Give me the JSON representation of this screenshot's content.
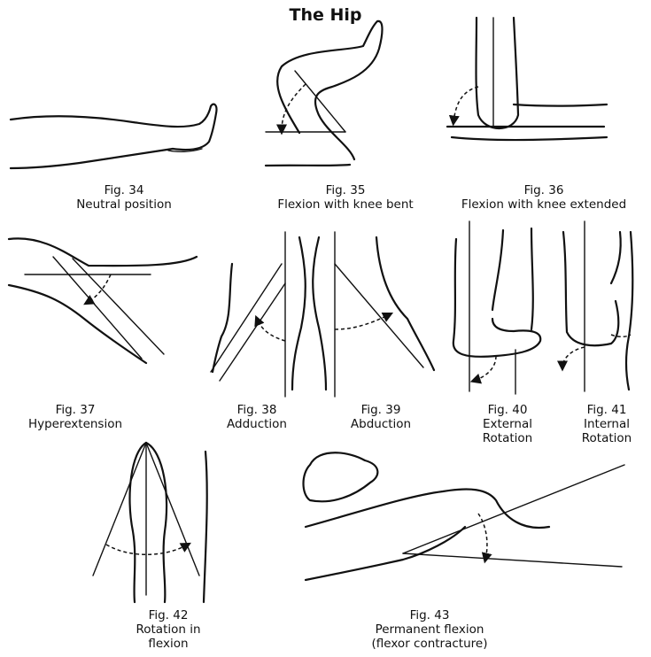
{
  "title": "The Hip",
  "figures": [
    {
      "fig": "Fig. 34",
      "caption": [
        "Neutral position"
      ],
      "icon": "leg-neutral-illustration"
    },
    {
      "fig": "Fig. 35",
      "caption": [
        "Flexion with knee bent"
      ],
      "icon": "hip-flexion-knee-bent-illustration"
    },
    {
      "fig": "Fig. 36",
      "caption": [
        "Flexion with knee extended"
      ],
      "icon": "hip-flexion-knee-extended-illustration"
    },
    {
      "fig": "Fig. 37",
      "caption": [
        "Hyperextension"
      ],
      "icon": "hip-hyperextension-illustration"
    },
    {
      "fig": "Fig. 38",
      "caption": [
        "Adduction"
      ],
      "icon": "hip-adduction-illustration"
    },
    {
      "fig": "Fig. 39",
      "caption": [
        "Abduction"
      ],
      "icon": "hip-abduction-illustration"
    },
    {
      "fig": "Fig. 40",
      "caption": [
        "External",
        "Rotation"
      ],
      "icon": "hip-external-rotation-illustration"
    },
    {
      "fig": "Fig. 41",
      "caption": [
        "Internal",
        "Rotation"
      ],
      "icon": "hip-internal-rotation-illustration"
    },
    {
      "fig": "Fig. 42",
      "caption": [
        "Rotation in",
        "flexion"
      ],
      "icon": "hip-rotation-in-flexion-illustration"
    },
    {
      "fig": "Fig. 43",
      "caption": [
        "Permanent flexion",
        "(flexor contracture)"
      ],
      "icon": "hip-flexor-contracture-illustration"
    }
  ]
}
